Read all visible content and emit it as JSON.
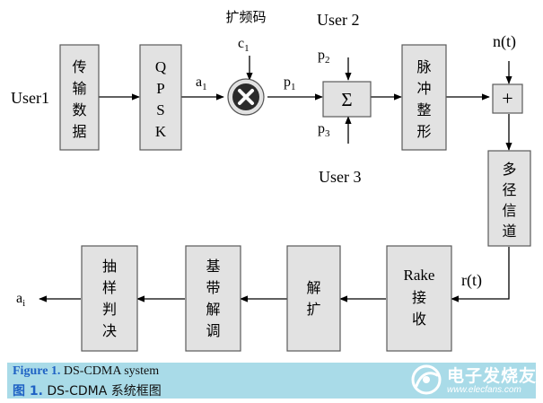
{
  "diagram": {
    "blocks": {
      "data_transmission": [
        "传",
        "输",
        "数",
        "据"
      ],
      "qpsk": [
        "Q",
        "P",
        "S",
        "K"
      ],
      "pulse_shaping": [
        "脉",
        "冲",
        "整",
        "形"
      ],
      "multipath_channel": [
        "多",
        "径",
        "信",
        "道"
      ],
      "rake_receiver": [
        "Rake",
        "接",
        "收"
      ],
      "despread": [
        "解",
        "扩"
      ],
      "baseband_demod": [
        "基",
        "带",
        "解",
        "调"
      ],
      "sampling_decision": [
        "抽",
        "样",
        "判",
        "决"
      ]
    },
    "labels": {
      "user1": "User1",
      "user2": "User 2",
      "user3": "User 3",
      "spreading_code": "扩频码",
      "c1_base": "c",
      "c1_sub": "1",
      "a1_base": "a",
      "a1_sub": "1",
      "p1_base": "p",
      "p1_sub": "1",
      "p2_base": "p",
      "p2_sub": "2",
      "p3_base": "p",
      "p3_sub": "3",
      "noise": "n(t)",
      "received": "r(t)",
      "ai_base": "a",
      "ai_sub": "i"
    },
    "symbols": {
      "summation": "Σ",
      "plus": "+"
    }
  },
  "caption": {
    "en_label": "Figure 1.",
    "en_text": "DS-CDMA system",
    "cn_label": "图 1.",
    "cn_text": "DS-CDMA 系统框图"
  },
  "watermark": {
    "title": "电子发烧友",
    "url": "www.elecfans.com"
  },
  "colors": {
    "block_fill": "#e2e2e2",
    "caption_bg": "#a9dbe8",
    "caption_label": "#1f62c4"
  }
}
